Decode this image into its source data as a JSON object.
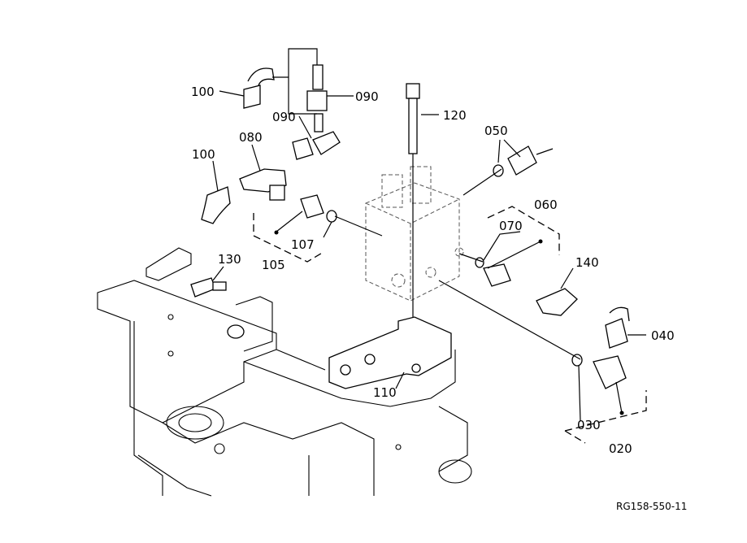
{
  "diagram": {
    "labels": {
      "p100a": "100",
      "p090a": "090",
      "p090b": "090",
      "p080": "080",
      "p100b": "100",
      "p120": "120",
      "p050": "050",
      "p060": "060",
      "p070": "070",
      "p107": "107",
      "p105": "105",
      "p140": "140",
      "p130": "130",
      "p040": "040",
      "p110": "110",
      "p030": "030",
      "p020": "020"
    },
    "drawing_code": "RG158-550-11"
  }
}
